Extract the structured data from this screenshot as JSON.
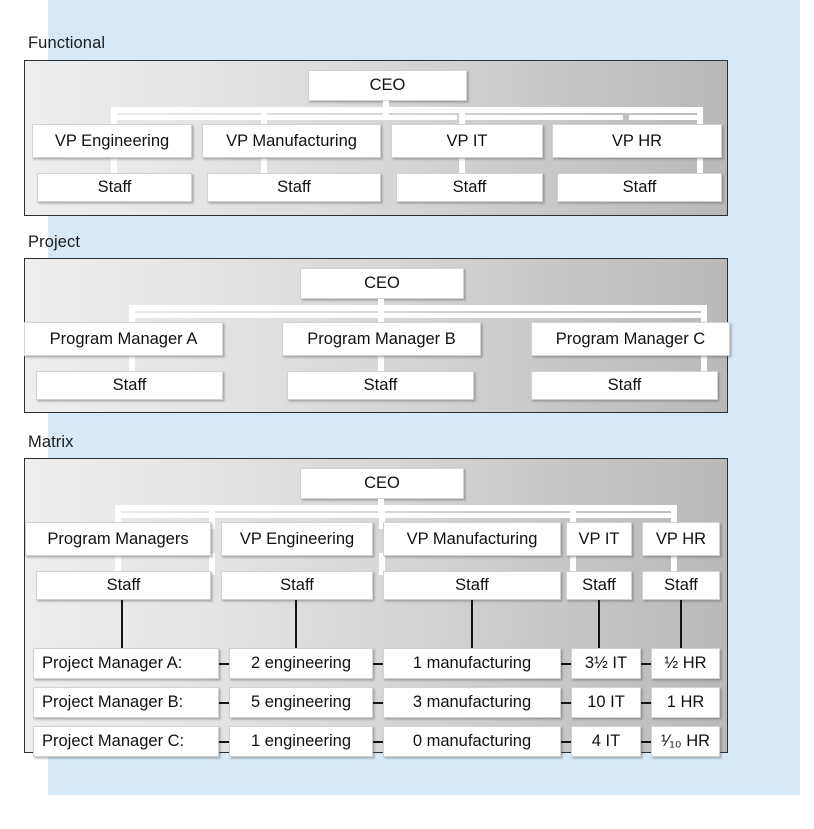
{
  "document": {
    "background_color": "#d7e9f7",
    "panel_gradient_from": "#eeeeee",
    "panel_gradient_to": "#b9b9b9"
  },
  "sections": [
    {
      "title": "Functional",
      "root": "CEO",
      "columns": [
        {
          "head": "VP Engineering",
          "staff": "Staff"
        },
        {
          "head": "VP Manufacturing",
          "staff": "Staff"
        },
        {
          "head": "VP IT",
          "staff": "Staff"
        },
        {
          "head": "VP HR",
          "staff": "Staff"
        }
      ]
    },
    {
      "title": "Project",
      "root": "CEO",
      "columns": [
        {
          "head": "Program Manager A",
          "staff": "Staff"
        },
        {
          "head": "Program Manager B",
          "staff": "Staff"
        },
        {
          "head": "Program Manager C",
          "staff": "Staff"
        }
      ]
    },
    {
      "title": "Matrix",
      "root": "CEO",
      "columns": [
        {
          "head": "Program Managers",
          "staff": "Staff"
        },
        {
          "head": "VP Engineering",
          "staff": "Staff"
        },
        {
          "head": "VP Manufacturing",
          "staff": "Staff"
        },
        {
          "head": "VP IT",
          "staff": "Staff"
        },
        {
          "head": "VP HR",
          "staff": "Staff"
        }
      ],
      "project_rows": [
        {
          "label": "Project Manager A:",
          "engineering": "2 engineering",
          "manufacturing": "1 manufacturing",
          "it": "3½ IT",
          "hr": "½ HR"
        },
        {
          "label": "Project Manager B:",
          "engineering": "5 engineering",
          "manufacturing": "3 manufacturing",
          "it": "10 IT",
          "hr": "1 HR"
        },
        {
          "label": "Project Manager C:",
          "engineering": "1 engineering",
          "manufacturing": "0 manufacturing",
          "it": "4 IT",
          "hr": "¹⁄₁₀ HR"
        }
      ]
    }
  ]
}
